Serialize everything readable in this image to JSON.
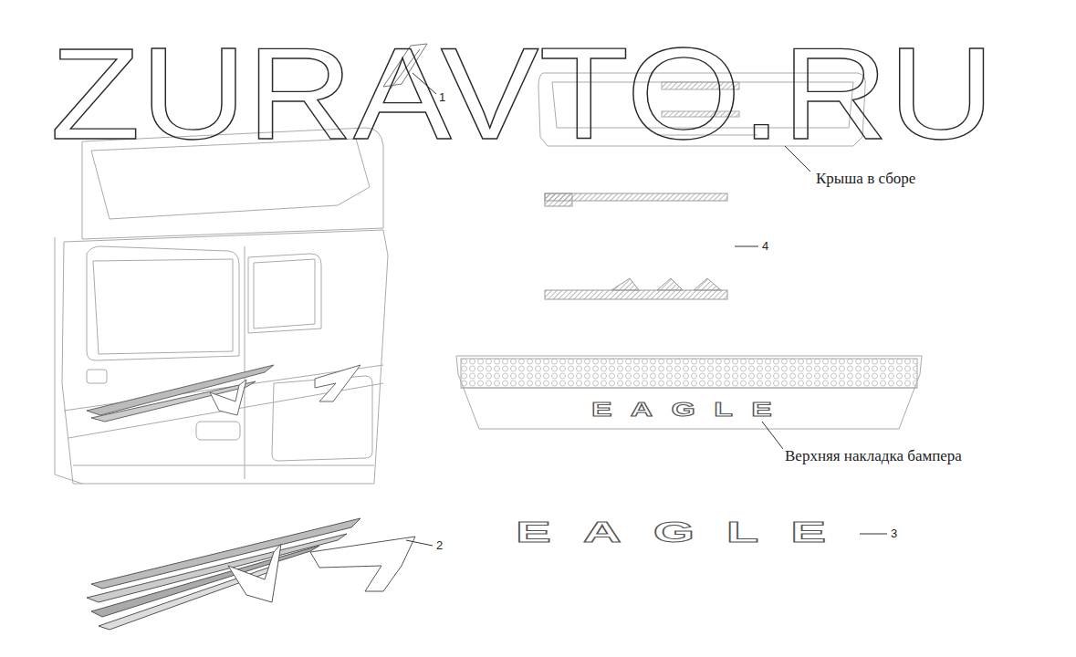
{
  "diagram": {
    "labels": [
      "ZURAVTO.RU",
      "1",
      "Крыша в сборе",
      "4",
      "EAGLE",
      "Верхняя накладка бампера",
      "2",
      "EAGLE",
      "3"
    ]
  }
}
